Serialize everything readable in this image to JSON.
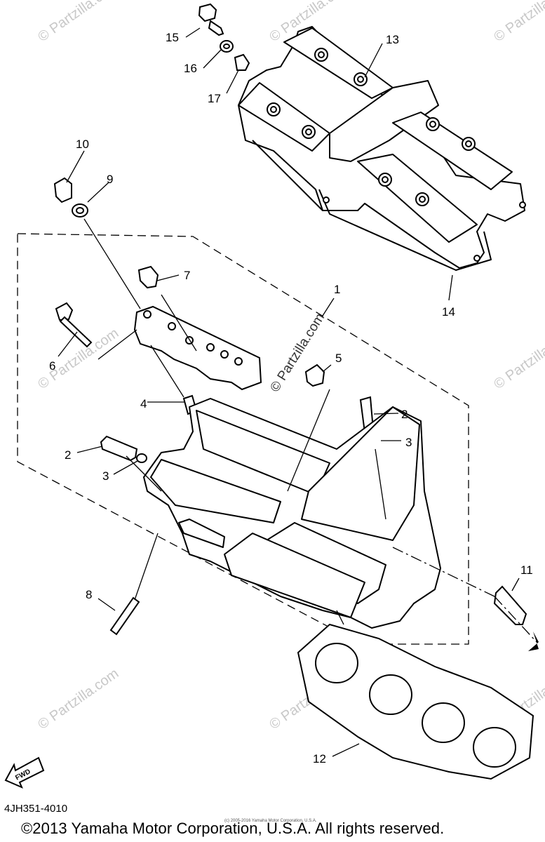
{
  "diagram": {
    "callouts": [
      {
        "id": "1",
        "label": "1"
      },
      {
        "id": "2a",
        "label": "2"
      },
      {
        "id": "2b",
        "label": "2"
      },
      {
        "id": "3a",
        "label": "3"
      },
      {
        "id": "3b",
        "label": "3"
      },
      {
        "id": "4",
        "label": "4"
      },
      {
        "id": "5",
        "label": "5"
      },
      {
        "id": "6",
        "label": "6"
      },
      {
        "id": "7",
        "label": "7"
      },
      {
        "id": "8",
        "label": "8"
      },
      {
        "id": "9",
        "label": "9"
      },
      {
        "id": "10",
        "label": "10"
      },
      {
        "id": "11",
        "label": "11"
      },
      {
        "id": "12",
        "label": "12"
      },
      {
        "id": "13",
        "label": "13"
      },
      {
        "id": "14",
        "label": "14"
      },
      {
        "id": "15",
        "label": "15"
      },
      {
        "id": "16",
        "label": "16"
      },
      {
        "id": "17",
        "label": "17"
      }
    ],
    "watermark": "© Partzilla.com",
    "fwd_label": "FWD"
  },
  "footer": {
    "part_code": "4JH351-4010",
    "small_notice": "(c) 2005-2016 Yamaha Motor Corporation, U.S.A.",
    "copyright": "©2013 Yamaha Motor Corporation, U.S.A. All rights reserved."
  }
}
